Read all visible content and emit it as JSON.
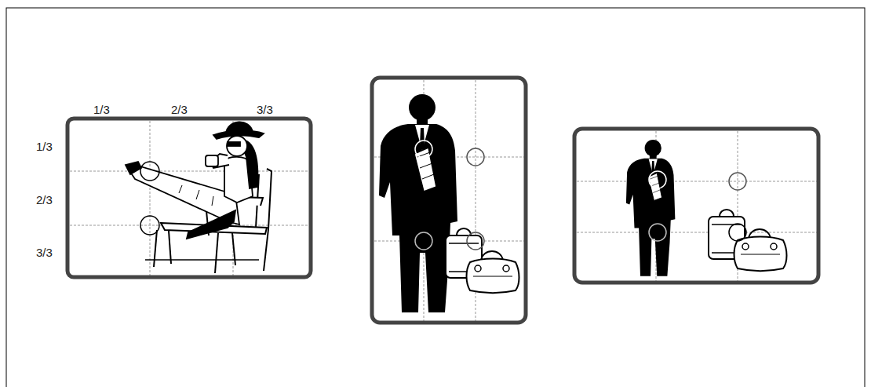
{
  "diagram": {
    "labels": [
      "1/3",
      "2/3",
      "3/3",
      "1/3",
      "2/3",
      "3/3"
    ]
  }
}
